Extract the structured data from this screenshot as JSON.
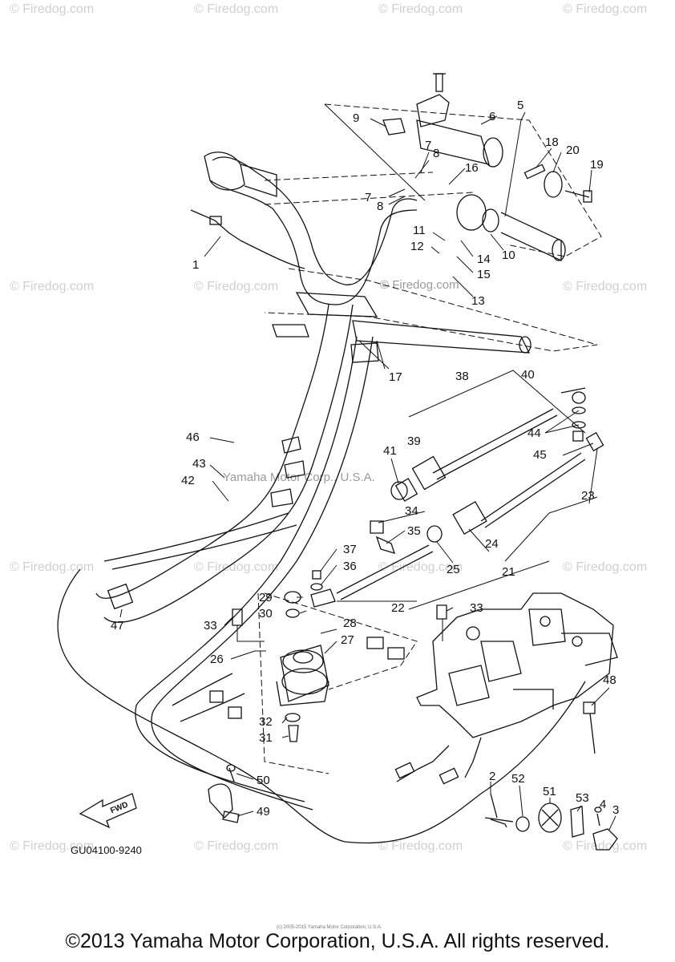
{
  "watermarks": {
    "text": "© Firedog.com",
    "center": "© Firedog.com",
    "yamaha": "Yamaha Motor Corp., U.S.A."
  },
  "diagram_code": "GU04100-9240",
  "fwd_label": "FWD",
  "tiny_copyright": "(c) 2005-2015 Yamaha Motor Corporation, U.S.A.",
  "copyright": "©2013 Yamaha Motor Corporation, U.S.A. All rights reserved.",
  "part_labels": {
    "p1": "1",
    "p2": "2",
    "p3": "3",
    "p4": "4",
    "p5": "5",
    "p6": "6",
    "p7a": "7",
    "p7b": "7",
    "p8a": "8",
    "p8b": "8",
    "p9": "9",
    "p10": "10",
    "p11": "11",
    "p12": "12",
    "p13": "13",
    "p14": "14",
    "p15": "15",
    "p16": "16",
    "p17": "17",
    "p18": "18",
    "p19": "19",
    "p20": "20",
    "p21": "21",
    "p22": "22",
    "p23": "23",
    "p24": "24",
    "p25": "25",
    "p26": "26",
    "p27": "27",
    "p28": "28",
    "p29": "29",
    "p30": "30",
    "p31": "31",
    "p32": "32",
    "p33a": "33",
    "p33b": "33",
    "p34": "34",
    "p35": "35",
    "p36": "36",
    "p37": "37",
    "p38": "38",
    "p39": "39",
    "p40": "40",
    "p41": "41",
    "p42": "42",
    "p43": "43",
    "p44": "44",
    "p45": "45",
    "p46": "46",
    "p47": "47",
    "p48": "48",
    "p49": "49",
    "p50": "50",
    "p51": "51",
    "p52": "52",
    "p53": "53"
  }
}
